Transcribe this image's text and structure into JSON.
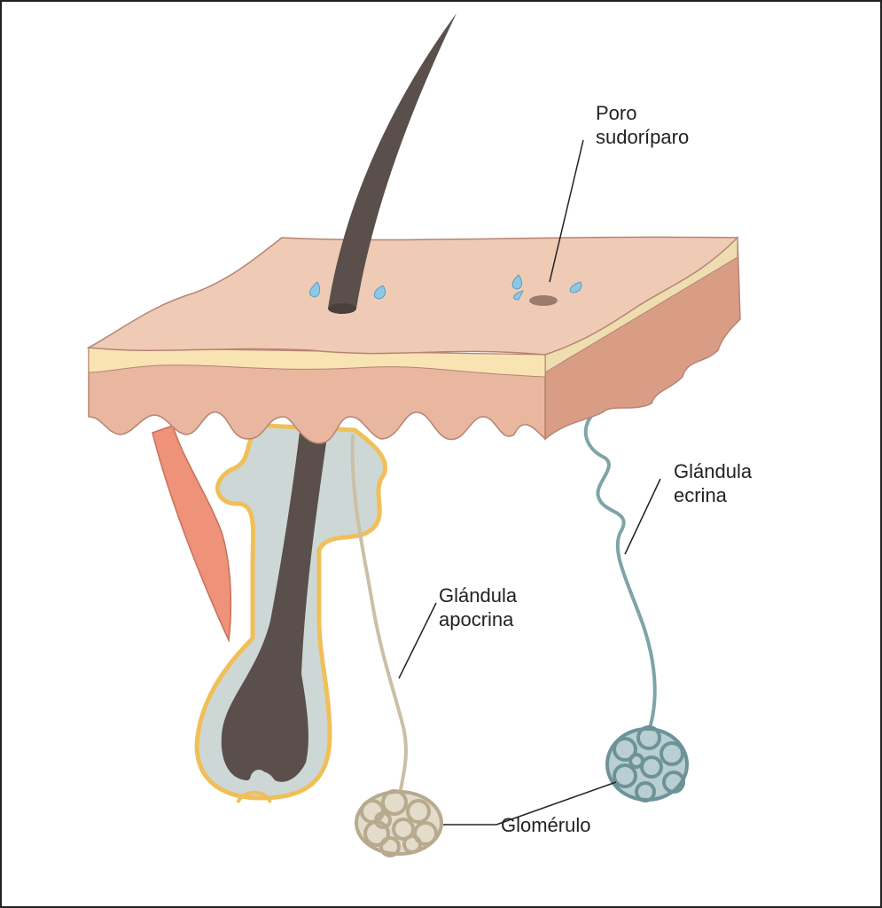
{
  "labels": {
    "pore_line1": "Poro",
    "pore_line2": "sudoríparo",
    "eccrine_line1": "Glándula",
    "eccrine_line2": "ecrina",
    "apocrine_line1": "Glándula",
    "apocrine_line2": "apocrina",
    "glomerulus": "Glomérulo"
  },
  "colors": {
    "skin_top": "#efcbb6",
    "skin_front": "#e9b6a0",
    "skin_side": "#d99d86",
    "epidermis_band": "#f8e3b2",
    "hair": "#5a4f4b",
    "follicle": "#cdd8d6",
    "follicle_outline": "#f0bf58",
    "muscle": "#ee927a",
    "apocrine": "#cbbfa6",
    "eccrine": "#7fa4a8",
    "sweat": "#8cc8e6"
  }
}
